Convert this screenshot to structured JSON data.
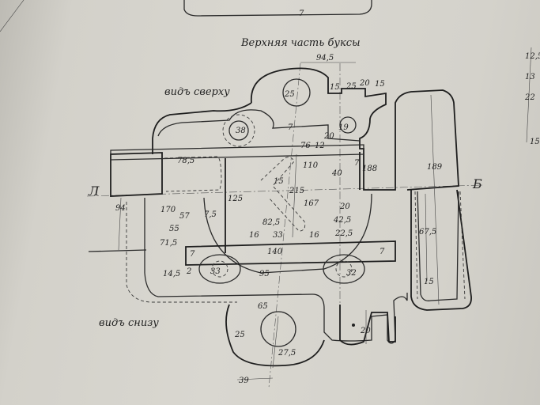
{
  "title": "Верхняя часть буксы",
  "view_top": "видъ сверху",
  "view_bottom": "видъ снизу",
  "section_left": "Л",
  "section_right": "Б",
  "top_fragment_label": "7",
  "dims": {
    "d94_5": "94,5",
    "d25a": "25",
    "d15a": "15",
    "d25b": "25",
    "d20a": "20",
    "d15b": "15",
    "d38": "38",
    "d19": "19",
    "d7a": "7",
    "d76": "76",
    "d12": "12",
    "d20b": "20",
    "d78_5": "78,5",
    "d110": "110",
    "d40": "40",
    "d7b": "7",
    "d188": "188",
    "d15c": "15",
    "d215": "215",
    "d125": "125",
    "d167": "167",
    "d20c": "20",
    "d94": "94",
    "d170": "170",
    "d55": "55",
    "d57": "57",
    "d71_5": "71,5",
    "d7_5": "7,5",
    "d82_5": "82,5",
    "d16a": "16",
    "d33a": "33",
    "d16b": "16",
    "d42_5": "42,5",
    "d22_5": "22,5",
    "d140": "140",
    "d7c": "7",
    "d7d": "7",
    "d14_5": "14,5",
    "d2": "2",
    "d33b": "33",
    "d95": "95",
    "d32": "32",
    "d65": "65",
    "d25c": "25",
    "d27_5": "27,5",
    "d39": "39",
    "d20d": "20",
    "d189": "189",
    "d67_5": "67,5",
    "d15d": "15",
    "r12_5": "12,5",
    "r13": "13",
    "r22": "22",
    "r15": "15"
  }
}
